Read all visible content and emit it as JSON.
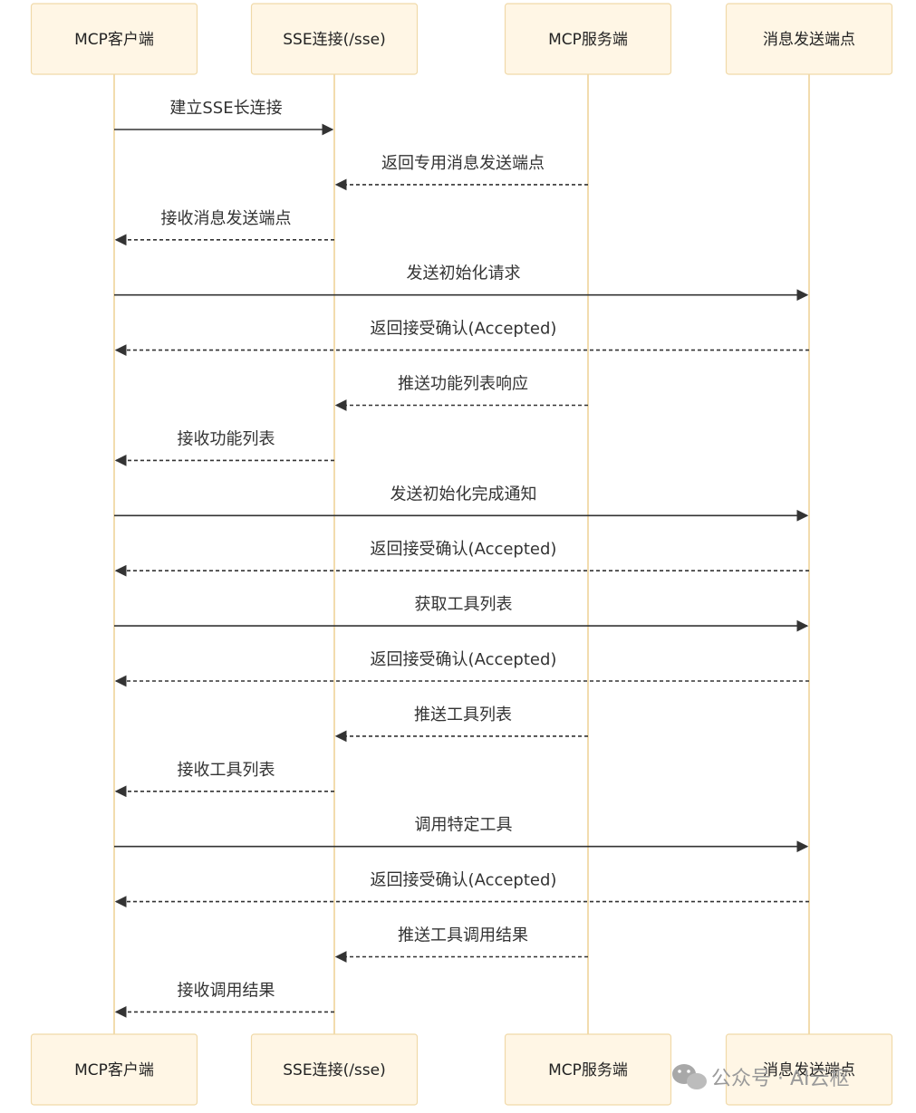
{
  "actors": [
    {
      "id": "client",
      "label": "MCP客户端"
    },
    {
      "id": "sse",
      "label": "SSE连接(/sse)"
    },
    {
      "id": "server",
      "label": "MCP服务端"
    },
    {
      "id": "endpoint",
      "label": "消息发送端点"
    }
  ],
  "messages": [
    {
      "from": "client",
      "to": "sse",
      "label": "建立SSE长连接",
      "style": "solid"
    },
    {
      "from": "server",
      "to": "sse",
      "label": "返回专用消息发送端点",
      "style": "dashed"
    },
    {
      "from": "sse",
      "to": "client",
      "label": "接收消息发送端点",
      "style": "dashed"
    },
    {
      "from": "client",
      "to": "endpoint",
      "label": "发送初始化请求",
      "style": "solid"
    },
    {
      "from": "endpoint",
      "to": "client",
      "label": "返回接受确认(Accepted)",
      "style": "dashed"
    },
    {
      "from": "server",
      "to": "sse",
      "label": "推送功能列表响应",
      "style": "dashed"
    },
    {
      "from": "sse",
      "to": "client",
      "label": "接收功能列表",
      "style": "dashed"
    },
    {
      "from": "client",
      "to": "endpoint",
      "label": "发送初始化完成通知",
      "style": "solid"
    },
    {
      "from": "endpoint",
      "to": "client",
      "label": "返回接受确认(Accepted)",
      "style": "dashed"
    },
    {
      "from": "client",
      "to": "endpoint",
      "label": "获取工具列表",
      "style": "solid"
    },
    {
      "from": "endpoint",
      "to": "client",
      "label": "返回接受确认(Accepted)",
      "style": "dashed"
    },
    {
      "from": "server",
      "to": "sse",
      "label": "推送工具列表",
      "style": "dashed"
    },
    {
      "from": "sse",
      "to": "client",
      "label": "接收工具列表",
      "style": "dashed"
    },
    {
      "from": "client",
      "to": "endpoint",
      "label": "调用特定工具",
      "style": "solid"
    },
    {
      "from": "endpoint",
      "to": "client",
      "label": "返回接受确认(Accepted)",
      "style": "dashed"
    },
    {
      "from": "server",
      "to": "sse",
      "label": "推送工具调用结果",
      "style": "dashed"
    },
    {
      "from": "sse",
      "to": "client",
      "label": "接收调用结果",
      "style": "dashed"
    }
  ],
  "colors": {
    "actor_fill": "#fff6e5",
    "actor_border": "#f0d9a9",
    "lifeline": "#f2dcae",
    "arrow": "#333333"
  },
  "watermark": {
    "text": "公众号 · AI云枢",
    "icon": "wechat-icon"
  }
}
